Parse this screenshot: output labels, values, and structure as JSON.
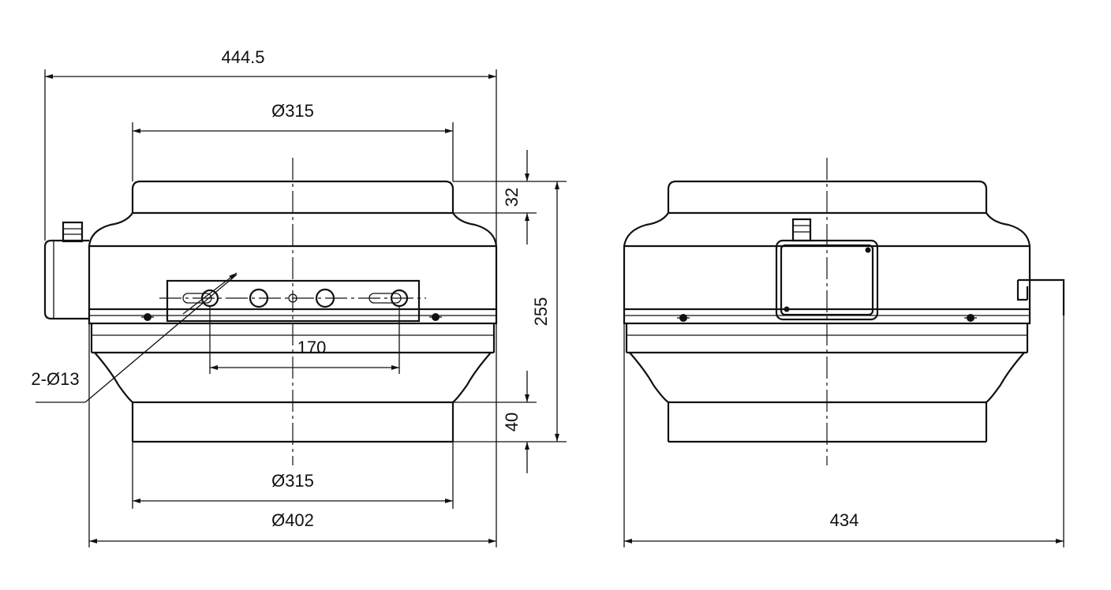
{
  "figure": {
    "left_view": {
      "width_overall": "444.5",
      "inlet_diameter_top": "Ø315",
      "outlet_diameter_bottom": "Ø315",
      "body_diameter": "Ø402",
      "bracket_hole_spacing": "170",
      "bracket_holes": "2-Ø13",
      "top_collar_height": "32",
      "overall_height": "255",
      "bottom_collar_height": "40"
    },
    "right_view": {
      "width_overall": "434"
    }
  }
}
